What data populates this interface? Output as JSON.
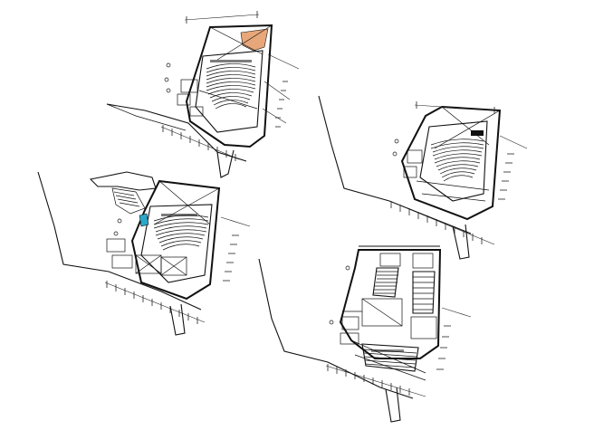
{
  "drawing": {
    "plans": [
      {
        "name": "plan-top-left",
        "highlight": "#e8a77a"
      },
      {
        "name": "plan-top-right"
      },
      {
        "name": "plan-mid-left",
        "highlight": "#2aa7c9"
      },
      {
        "name": "plan-bottom-right"
      }
    ],
    "colors": {
      "linework": "#111111",
      "background": "#ffffff",
      "accent_orange": "#e8a77a",
      "accent_cyan": "#2aa7c9"
    }
  }
}
